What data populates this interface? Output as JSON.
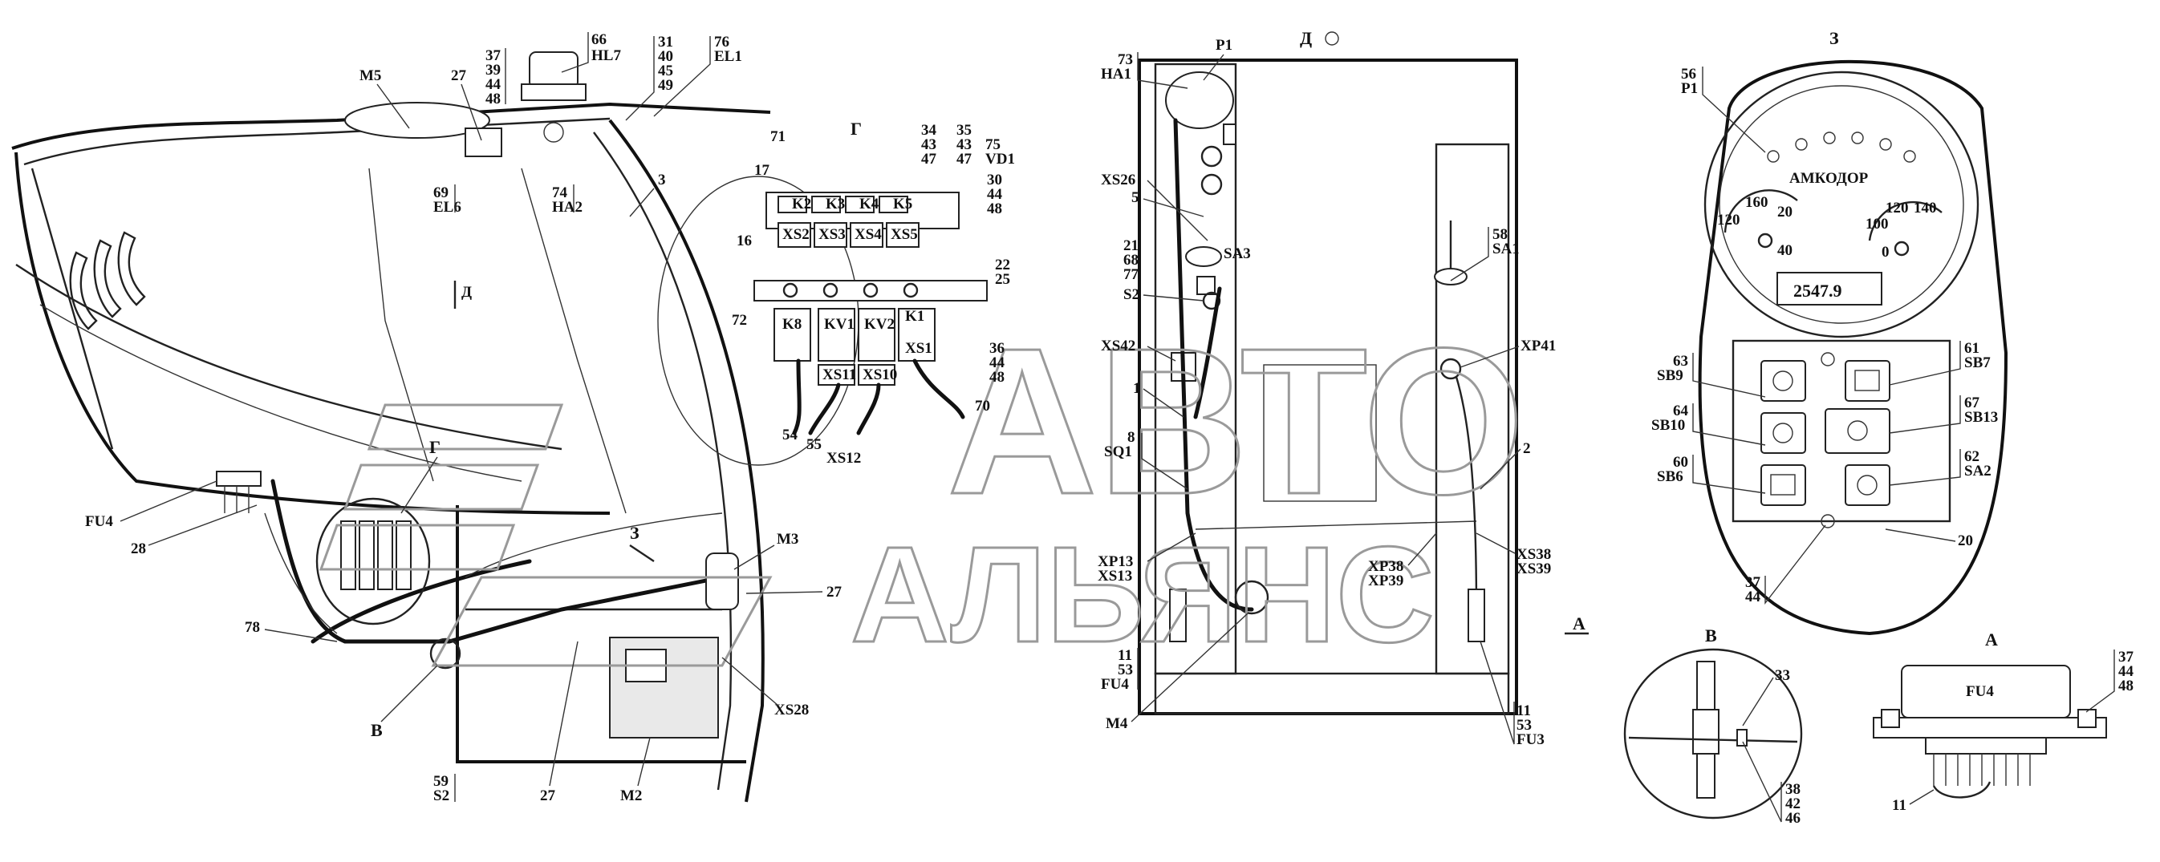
{
  "views": {
    "D": "Д",
    "Z": "З",
    "G": "Г",
    "V": "В",
    "A": "А"
  },
  "callouts": {
    "c_66_hl7": [
      "66",
      "HL7"
    ],
    "c_37_48": [
      "37",
      "39",
      "44",
      "48"
    ],
    "c_31_49": [
      "31",
      "40",
      "45",
      "49"
    ],
    "c_76_el1": [
      "76",
      "EL1"
    ],
    "c_m5": "M5",
    "c_27a": "27",
    "c_69_el6": [
      "69",
      "EL6"
    ],
    "c_74_ha2": [
      "74",
      "HA2"
    ],
    "c_3": "3",
    "c_d_arrow": "Д",
    "c_71": "71",
    "c_17": "17",
    "c_34": [
      "34",
      "43",
      "47"
    ],
    "c_35": [
      "35",
      "43",
      "47"
    ],
    "c_75_vd1": [
      "75",
      "VD1"
    ],
    "c_30": [
      "30",
      "44",
      "48"
    ],
    "c_16": "16",
    "c_22_25": [
      "22",
      "25"
    ],
    "c_72": "72",
    "c_36": [
      "36",
      "44",
      "48"
    ],
    "c_70": "70",
    "c_54": "54",
    "c_55": "55",
    "c_xs12": "XS12",
    "c_g": "Г",
    "c_fu4": "FU4",
    "c_28": "28",
    "c_78": "78",
    "c_v": "В",
    "c_z_arrow": "З",
    "c_m3": "M3",
    "c_27b": "27",
    "c_xs28": "XS28",
    "c_59_s2": [
      "59",
      "S2"
    ],
    "c_27c": "27",
    "c_m2": "M2",
    "c_73_ha1": [
      "73",
      "HA1"
    ],
    "c_p1": "P1",
    "c_xs26": "XS26",
    "c_5": "5",
    "c_21": [
      "21",
      "68",
      "77"
    ],
    "c_sa3": "SA3",
    "c_s2": "S2",
    "c_xs42": "XS42",
    "c_1": "1",
    "c_8_sq1": [
      "8",
      "SQ1"
    ],
    "c_xp13": [
      "XP13",
      "XS13"
    ],
    "c_11_fu4": [
      "11",
      "53",
      "FU4"
    ],
    "c_m4": "M4",
    "c_58_sa1": [
      "58",
      "SA1"
    ],
    "c_xp41": "XP41",
    "c_2": "2",
    "c_xp38": [
      "XP38",
      "XP39"
    ],
    "c_xs38": [
      "XS38",
      "XS39"
    ],
    "c_11_fu3": [
      "11",
      "53",
      "FU3"
    ],
    "c_a_arrow": "А",
    "c_56_p1": [
      "56",
      "P1"
    ],
    "c_63_sb9": [
      "63",
      "SB9"
    ],
    "c_64_sb10": [
      "64",
      "SB10"
    ],
    "c_60_sb6": [
      "60",
      "SB6"
    ],
    "c_61_sb7": [
      "61",
      "SB7"
    ],
    "c_67_sb13": [
      "67",
      "SB13"
    ],
    "c_62_sa2": [
      "62",
      "SA2"
    ],
    "c_20": "20",
    "c_37_44": [
      "37",
      "44"
    ],
    "c_33": "33",
    "c_38": [
      "38",
      "42",
      "46"
    ],
    "c_37_48b": [
      "37",
      "44",
      "48"
    ],
    "c_11b": "11"
  },
  "relay_labels": [
    "K2",
    "K3",
    "K4",
    "K5",
    "XS2",
    "XS3",
    "XS4",
    "XS5",
    "K8",
    "KV1",
    "KV2",
    "K1",
    "XS1",
    "XS11",
    "XS10"
  ],
  "dashboard": {
    "brand": "АМКОДОР",
    "odometer": "2547.9",
    "tacho_scale": [
      "120",
      "160",
      "20",
      "40"
    ],
    "speed_scale": [
      "100",
      "120",
      "140",
      "0"
    ]
  },
  "fuse_box_label": "FU4",
  "watermark": {
    "line1": "АВТО",
    "line2": "АЛЬЯНС",
    "color": "#9a9a9a"
  }
}
